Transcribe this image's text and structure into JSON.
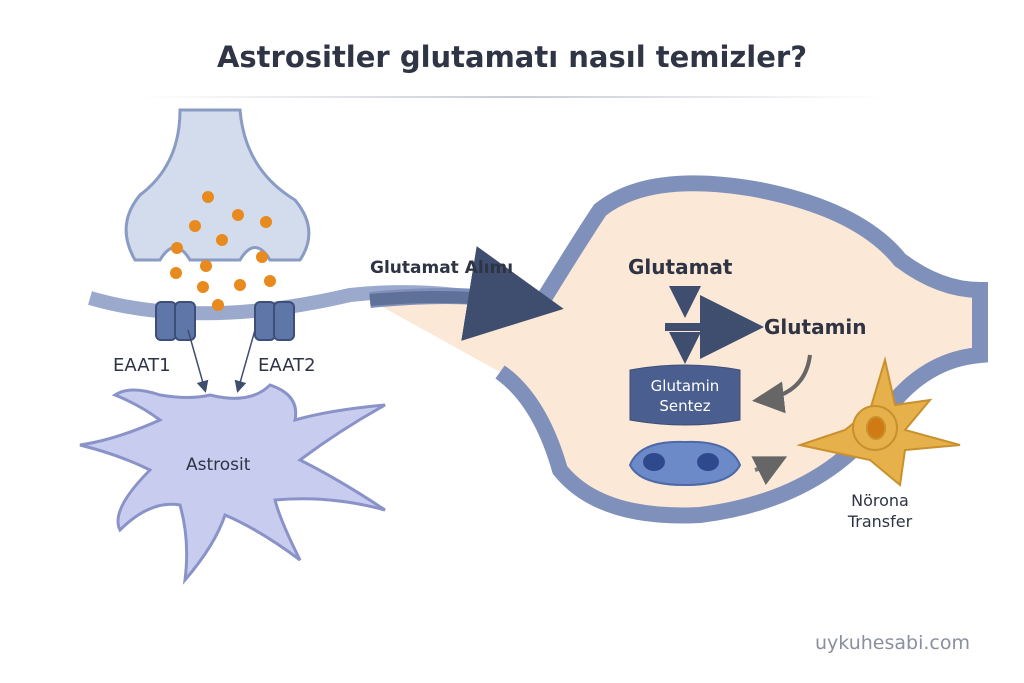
{
  "title": "Astrositler glutamatı nasıl temizler?",
  "labels": {
    "eaat1": "EAAT1",
    "eaat2": "EAAT2",
    "astrocyte": "Astrosit",
    "uptake": "Glutamat Alımı",
    "glutamate": "Glutamat",
    "glutamine": "Glutamin",
    "synthetase_line1": "Glutamin",
    "synthetase_line2": "Sentez",
    "transfer_line1": "Nörona",
    "transfer_line2": "Transfer"
  },
  "watermark": "uykuhesabi.com",
  "colors": {
    "membrane": "#8a9bc4",
    "cytoplasm": "#fbe8d6",
    "glutamate_dot": "#e88a1e",
    "enzyme": "#4a5f8f",
    "neuron": "#e6b04a"
  }
}
